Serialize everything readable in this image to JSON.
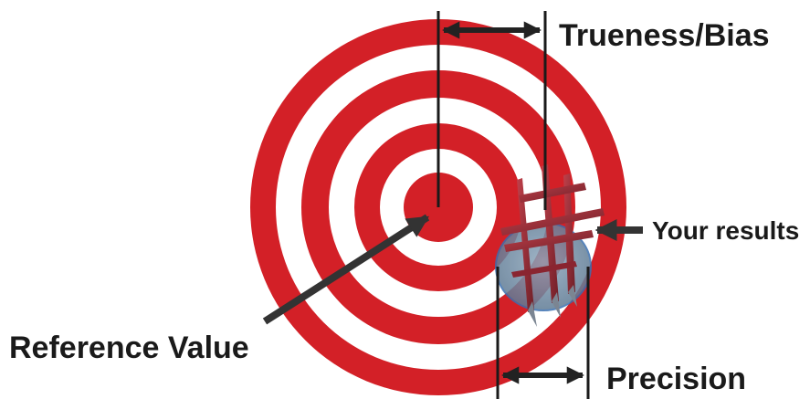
{
  "labels": {
    "trueness": "Trueness/Bias",
    "your_results": "Your results",
    "reference_value": "Reference Value",
    "precision": "Precision"
  },
  "colors": {
    "ring_red": "#d32027",
    "ring_white": "#ffffff",
    "dart": "#9e2a35",
    "result_zone": "#6f8aa3",
    "line": "#1a1a1a",
    "arrow": "#333333"
  },
  "target": {
    "ring_count": 7
  },
  "darts": {
    "count": 4
  }
}
